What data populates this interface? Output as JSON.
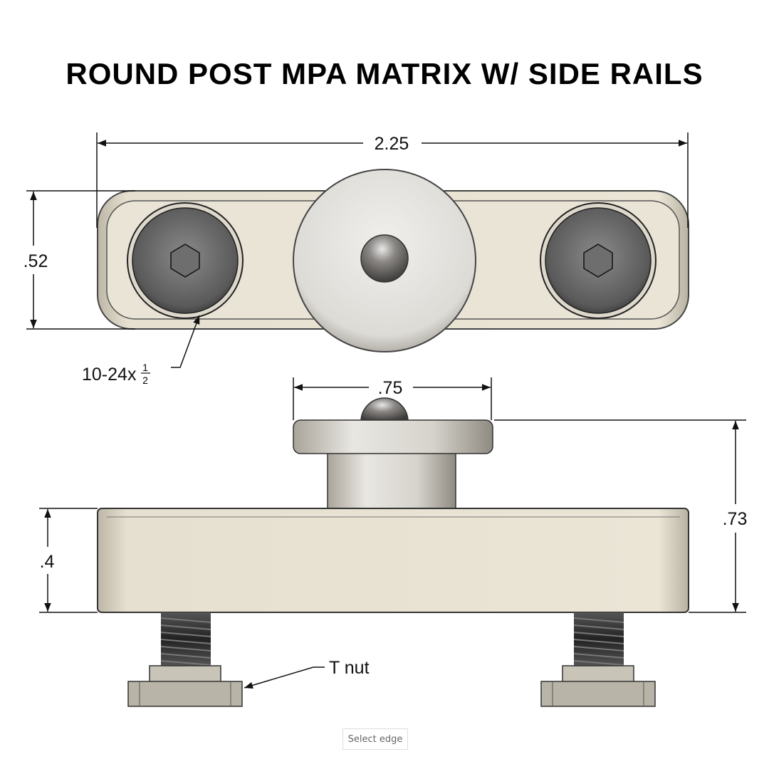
{
  "title": "ROUND POST MPA MATRIX W/ SIDE RAILS",
  "dimensions": {
    "overall_length": "2.25",
    "plate_width": ".52",
    "post_diameter": ".75",
    "overall_height": ".73",
    "plate_thickness": ".4"
  },
  "callouts": {
    "screw": "10-24x",
    "screw_fraction_num": "1",
    "screw_fraction_den": "2",
    "tnut": "T nut"
  },
  "status": {
    "select_edge": "Select edge"
  },
  "colors": {
    "part_fill": "#e8e2d2",
    "part_edge": "#555",
    "screw": "#6a6a6a"
  }
}
